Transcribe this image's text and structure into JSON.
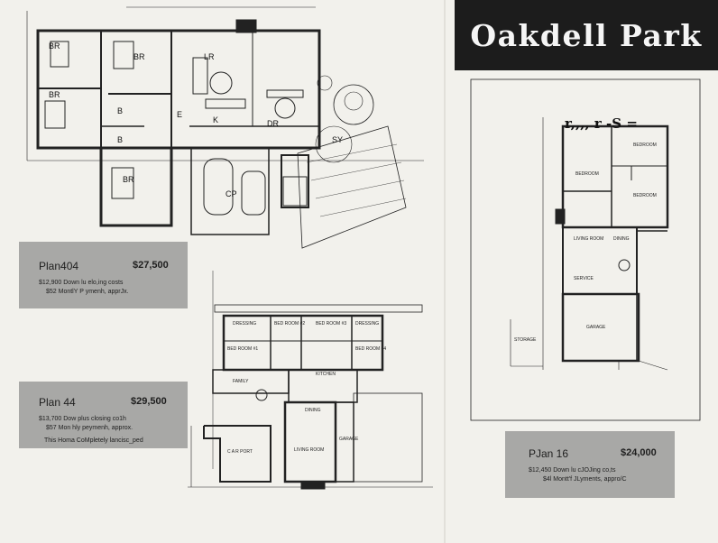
{
  "title": "Oakdell Park",
  "plans": [
    {
      "name": "Plan404",
      "price": "$27,500",
      "lines": [
        "$12,900  Down   lu  elo,ing  costs",
        "$52  MontlY P ymenh,  apprJx."
      ]
    },
    {
      "name": "Plan 44",
      "price": "$29,500",
      "lines": [
        "$13,700  Dow    plus  closing  co1h",
        "$57  Mon hly  peymenh,  approx.",
        "This  Homa  CoMpletely  lancisc_ped"
      ]
    },
    {
      "name": "PJan 16",
      "price": "$24,000",
      "lines": [
        "$12,450  Down   lu  cJOJing  co,ts",
        "$4l  Montt'f  JLyments,  appro/C"
      ]
    }
  ],
  "plan404_rooms": {
    "br1": "BR",
    "br2": "BR",
    "br3": "BR",
    "br4": "BR",
    "lr": "LR",
    "k": "K",
    "dr": "DR",
    "cp": "CP",
    "sy": "SY",
    "e": "E",
    "b1": "B",
    "b2": "B"
  },
  "plan44_rooms": {
    "bed1": "BED ROOM  #1",
    "bed2": "BED ROOM  #2",
    "bed3": "BED ROOM  #3",
    "bed4": "BED ROOM  #4",
    "dressing1": "DRESSING",
    "dressing2": "DRESSING",
    "kitchen": "KITCHEN",
    "family": "FAMILY",
    "living": "LIVING  ROOM",
    "carport": "C A R  PORT",
    "garage": "GARAGE",
    "dining": "DINING"
  },
  "plan16_rooms": {
    "sketch": "r,,,, r -S =",
    "bed1": "BEDROOM",
    "bed2": "BEDROOM",
    "bed3": "BEDROOM",
    "living": "LIVING  ROOM",
    "dining": "DINING",
    "service": "SERVICE",
    "garage": "GARAGE",
    "storage": "STORAGE"
  }
}
